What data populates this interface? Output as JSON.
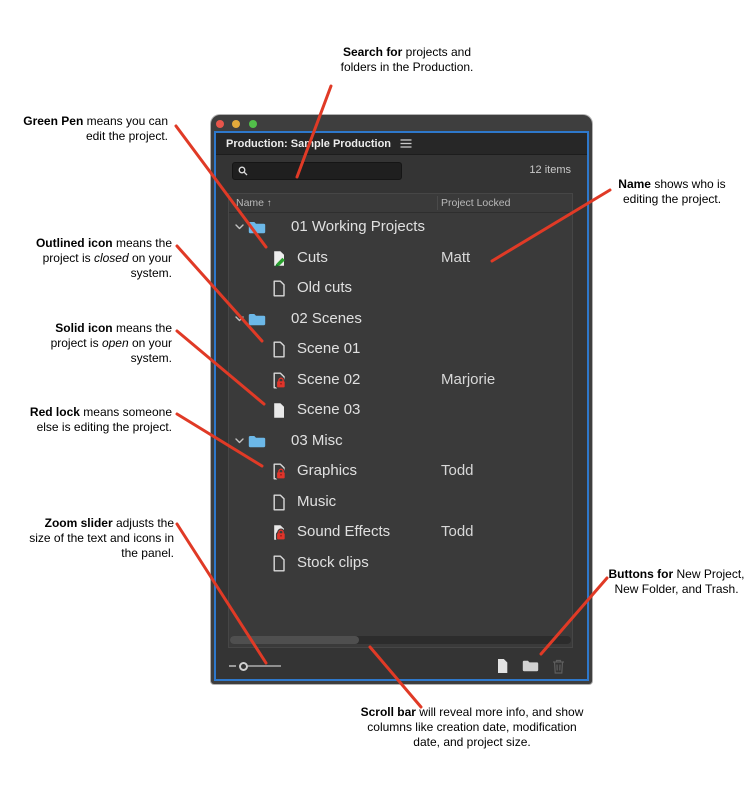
{
  "colors": {
    "annotation_line": "#e03a26",
    "panel_border_blue": "#2e78cb",
    "folder_blue": "#6cb8e8",
    "lock_red": "#e0352b",
    "pen_green": "#2aa12e",
    "traffic_red": "#e8554b",
    "traffic_yellow": "#e2a93b",
    "traffic_green": "#52bf4a"
  },
  "annotations": {
    "search": [
      {
        "t": "Search for",
        "b": true
      },
      {
        "t": " projects and folders in the Production."
      }
    ],
    "green_pen": [
      {
        "t": "Green Pen",
        "b": true
      },
      {
        "t": " means you can edit the project."
      }
    ],
    "outlined_icon": [
      {
        "t": "Outlined icon",
        "b": true
      },
      {
        "t": " means the project is "
      },
      {
        "t": "closed",
        "i": true
      },
      {
        "t": " on your system."
      }
    ],
    "solid_icon": [
      {
        "t": "Solid icon",
        "b": true
      },
      {
        "t": " means the project is "
      },
      {
        "t": "open",
        "i": true
      },
      {
        "t": " on your system."
      }
    ],
    "red_lock": [
      {
        "t": "Red lock",
        "b": true
      },
      {
        "t": " means someone else is editing the project."
      }
    ],
    "zoom_slider": [
      {
        "t": "Zoom slider",
        "b": true
      },
      {
        "t": " adjusts the size of the text and icons in the panel."
      }
    ],
    "name": [
      {
        "t": "Name",
        "b": true
      },
      {
        "t": " shows who is editing the project."
      }
    ],
    "buttons": [
      {
        "t": "Buttons for",
        "b": true
      },
      {
        "t": " New Project, New Folder, and Trash."
      }
    ],
    "scroll_bar": [
      {
        "t": "Scroll bar",
        "b": true
      },
      {
        "t": " will reveal more info, and show columns like creation date, modifi­cation date, and project size."
      }
    ]
  },
  "window": {
    "tab_title": "Production: Sample Production",
    "toolbar": {
      "items_count": "12 items",
      "search_value": "",
      "search_placeholder": ""
    },
    "columns": [
      {
        "label": "Name",
        "sort_icon": "↑"
      },
      {
        "label": "Project Locked"
      }
    ],
    "rows": [
      {
        "type": "folder",
        "icon": "folder",
        "label": "01 Working Projects",
        "locked_by": ""
      },
      {
        "type": "project",
        "icon": "green-pen",
        "label": "Cuts",
        "locked_by": "Matt"
      },
      {
        "type": "project",
        "icon": "outline",
        "label": "Old cuts",
        "locked_by": ""
      },
      {
        "type": "folder",
        "icon": "folder",
        "label": "02 Scenes",
        "locked_by": ""
      },
      {
        "type": "project",
        "icon": "outline",
        "label": "Scene 01",
        "locked_by": ""
      },
      {
        "type": "project",
        "icon": "outline-lock",
        "label": "Scene 02",
        "locked_by": "Marjorie"
      },
      {
        "type": "project",
        "icon": "solid",
        "label": "Scene 03",
        "locked_by": ""
      },
      {
        "type": "folder",
        "icon": "folder",
        "label": "03 Misc",
        "locked_by": ""
      },
      {
        "type": "project",
        "icon": "outline-lock",
        "label": "Graphics",
        "locked_by": "Todd"
      },
      {
        "type": "project",
        "icon": "outline",
        "label": "Music",
        "locked_by": ""
      },
      {
        "type": "project",
        "icon": "solid-lock",
        "label": "Sound Effects",
        "locked_by": "Todd"
      },
      {
        "type": "project",
        "icon": "outline",
        "label": "Stock clips",
        "locked_by": ""
      }
    ],
    "footer_icons": [
      "new-project-icon",
      "new-folder-icon",
      "trash-icon"
    ],
    "other_icons": [
      "search-icon",
      "panel-menu-icon",
      "chevron-down-icon",
      "folder-icon",
      "sort-ascending-icon"
    ]
  }
}
